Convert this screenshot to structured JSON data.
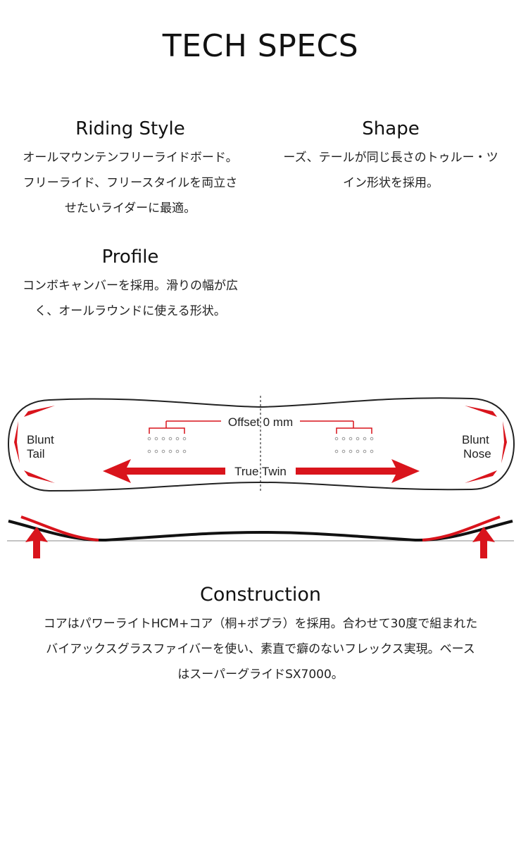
{
  "page": {
    "title": "TECH SPECS"
  },
  "riding_style": {
    "heading": "Riding Style",
    "lines": [
      "オールマウンテンフリーライドボード。",
      "フリーライド、フリースタイルを両立さ",
      "せたいライダーに最適。"
    ]
  },
  "shape": {
    "heading": "Shape",
    "lines": [
      "ーズ、テールが同じ長さのトゥルー・ツ",
      "イン形状を採用。"
    ]
  },
  "profile": {
    "heading": "Profile",
    "lines": [
      "コンボキャンバーを採用。滑りの幅が広",
      "く、オールラウンドに使える形状。"
    ]
  },
  "diagram": {
    "offset_label": "Offset 0 mm",
    "twin_label": "True Twin",
    "tail_label": [
      "Blunt",
      "Tail"
    ],
    "nose_label": [
      "Blunt",
      "Nose"
    ],
    "accent_color": "#d9141c",
    "outline_color": "#222222"
  },
  "construction": {
    "heading": "Construction",
    "lines": [
      "コアはパワーライトHCM+コア（桐+ポプラ）を採用。合わせて30度で組まれた",
      "バイアックスグラスファイバーを使い、素直で癖のないフレックス実現。ベース",
      "はスーパーグライドSX7000。"
    ]
  }
}
